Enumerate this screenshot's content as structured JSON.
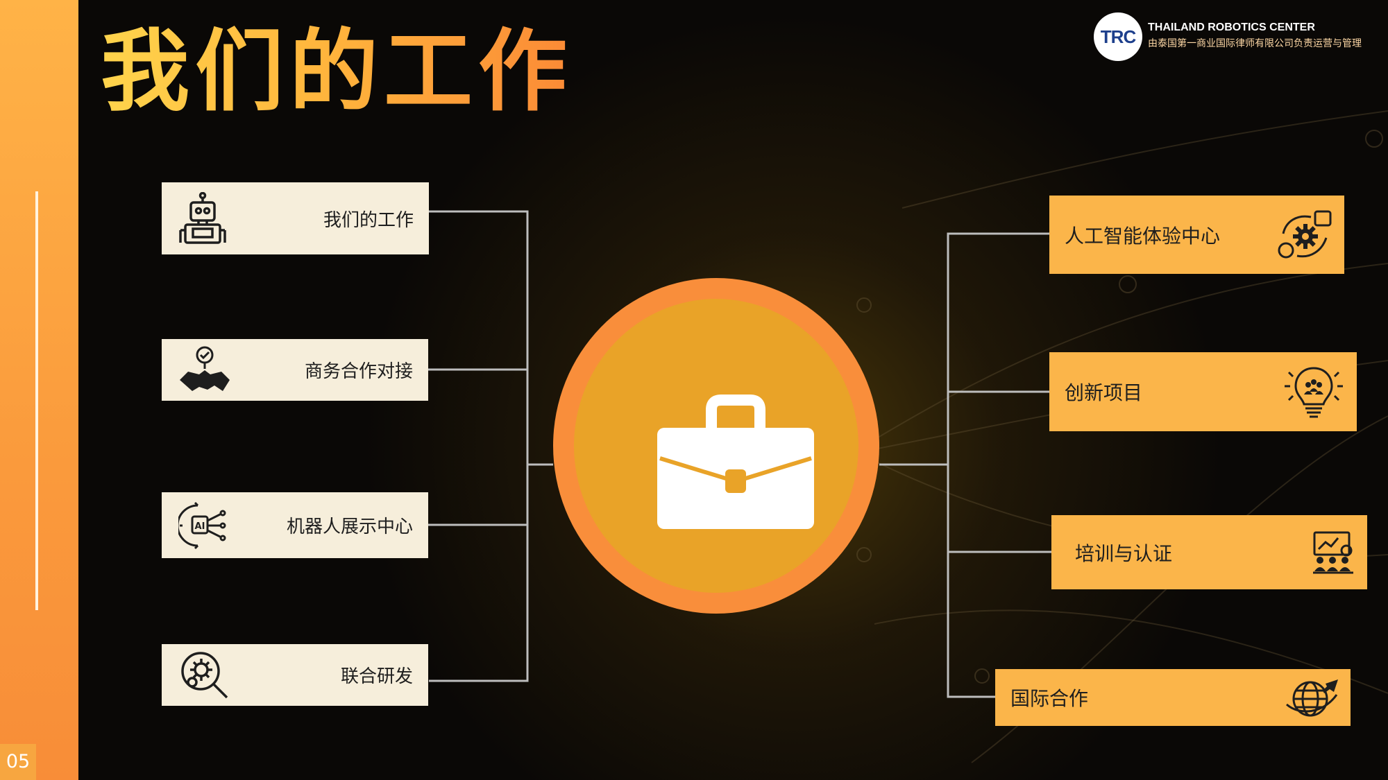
{
  "page": {
    "number": "05",
    "title": "我们的工作"
  },
  "brand": {
    "logo_text": "TRC",
    "name": "THAILAND ROBOTICS CENTER",
    "tagline": "由泰国第一商业国际律师有限公司负责运营与管理"
  },
  "left_items": [
    {
      "label": "我们的工作",
      "icon": "robot-icon"
    },
    {
      "label": "商务合作对接",
      "icon": "handshake-icon"
    },
    {
      "label": "机器人展示中心",
      "icon": "ai-gear-icon"
    },
    {
      "label": "联合研发",
      "icon": "gear-search-icon"
    }
  ],
  "right_items": [
    {
      "label": "人工智能体验中心",
      "icon": "gear-cycle-icon"
    },
    {
      "label": "创新项目",
      "icon": "lightbulb-team-icon"
    },
    {
      "label": "培训与认证",
      "icon": "training-icon"
    },
    {
      "label": "国际合作",
      "icon": "globe-plane-icon"
    }
  ],
  "hub": {
    "icon": "briefcase-icon"
  },
  "colors": {
    "accent": "#f98e3b",
    "hub_inner": "#e9a328",
    "left_box": "#f6eedb",
    "right_box": "#fbb54a",
    "connector": "#bdbdbd"
  }
}
